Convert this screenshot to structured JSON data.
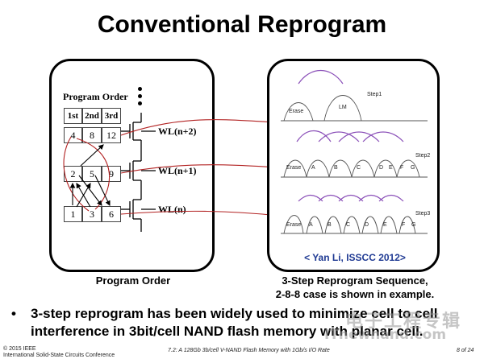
{
  "title": "Conventional Reprogram",
  "left_panel": {
    "header": "Program Order",
    "columns": [
      "1st",
      "2nd",
      "3rd"
    ],
    "rows": [
      {
        "cells": [
          "4",
          "8",
          "12"
        ],
        "wordline": "WL(n+2)"
      },
      {
        "cells": [
          "2",
          "5",
          "9"
        ],
        "wordline": "WL(n+1)"
      },
      {
        "cells": [
          "1",
          "3",
          "6"
        ],
        "wordline": "WL(n)"
      }
    ],
    "caption": "Program Order"
  },
  "right_panel": {
    "steps": [
      {
        "label": "Step1",
        "states": [
          "Erase",
          "LM"
        ]
      },
      {
        "label": "Step2",
        "states": [
          "Erase",
          "A",
          "B",
          "C",
          "D",
          "E",
          "F",
          "G"
        ]
      },
      {
        "label": "Step3",
        "states": [
          "Erase",
          "A",
          "B",
          "C",
          "D",
          "E",
          "F",
          "G"
        ]
      }
    ],
    "reference": "< Yan Li, ISSCC 2012>",
    "caption_line1": "3-Step Reprogram Sequence,",
    "caption_line2": "2-8-8 case is shown in example."
  },
  "bullet": {
    "symbol": "•",
    "line1": "3-step reprogram has been widely used to minimize cell to cell",
    "line2": "interference in 3bit/cell NAND flash memory with planar cell."
  },
  "footer": {
    "left_line1": "© 2015 IEEE",
    "left_line2": "International Solid-State Circuits Conference",
    "center": "7.2: A 128Gb 3b/cell V-NAND Flash Memory with 1Gb/s I/O Rate",
    "right": "8 of 24"
  },
  "watermark": {
    "line1": "电子工程专辑",
    "line2": "ITnewnand.com"
  },
  "colors": {
    "arrow_red": "#b22222",
    "bump_purple": "#8a4fb8",
    "ref_blue": "#1f3a93"
  }
}
